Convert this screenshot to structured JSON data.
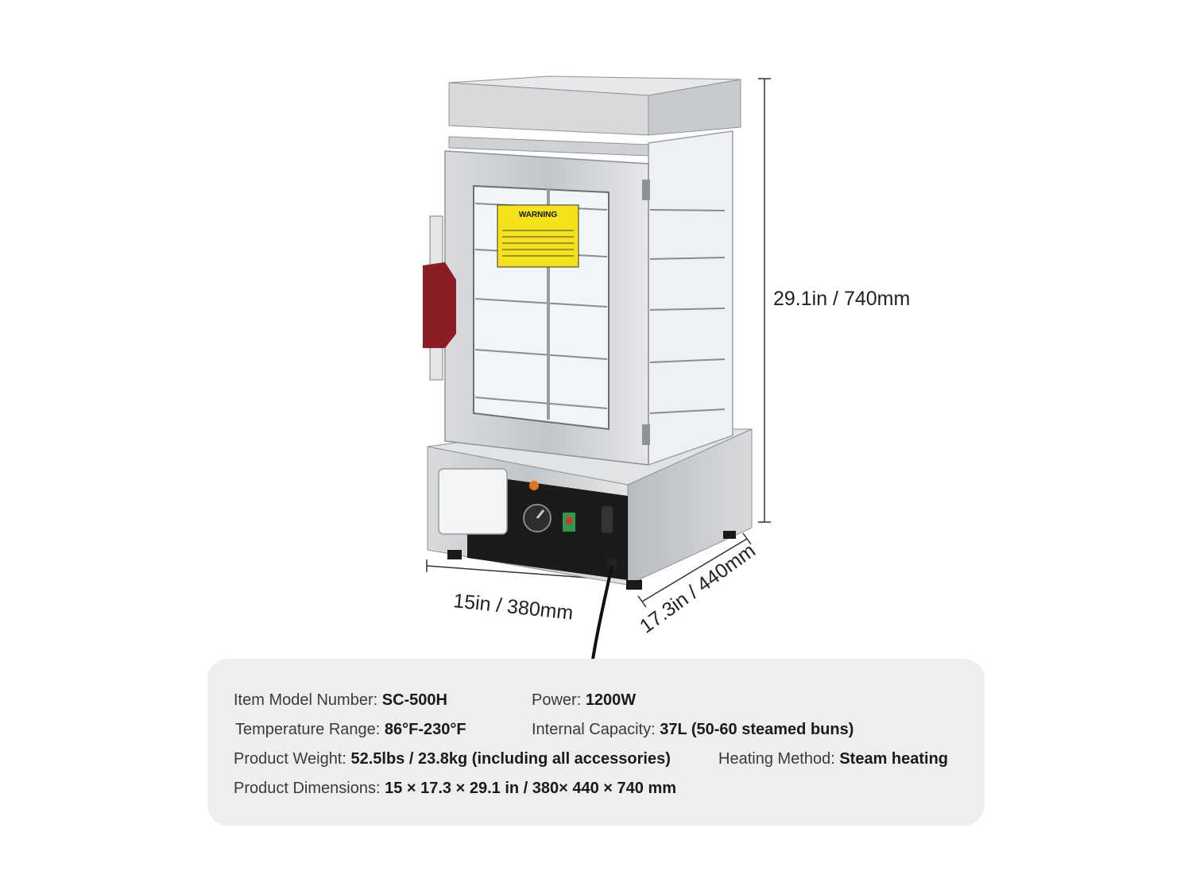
{
  "dimensions": {
    "height": "29.1in / 740mm",
    "width": "15in / 380mm",
    "depth": "17.3in / 440mm"
  },
  "product_labels": {
    "warning": "WARNING"
  },
  "colors": {
    "panel_bg": "#eeeeee",
    "steel": "#c9cbcd",
    "warning_yellow": "#f6e21a",
    "handle_red": "#8c1d24",
    "control_panel": "#1b1b1b"
  },
  "specs": {
    "model": {
      "label": "Item Model Number: ",
      "value": "SC-500H"
    },
    "power": {
      "label": "Power: ",
      "value": "1200W"
    },
    "temp_range": {
      "label": "Temperature Range: ",
      "value": "86°F-230°F"
    },
    "capacity": {
      "label": "Internal Capacity: ",
      "value": "37L (50-60 steamed buns)"
    },
    "weight": {
      "label": "Product Weight: ",
      "value": "52.5lbs / 23.8kg (including all accessories)"
    },
    "heating": {
      "label": "Heating Method: ",
      "value": "Steam heating"
    },
    "dimensions": {
      "label": "Product Dimensions: ",
      "value": "15 × 17.3 × 29.1 in / 380× 440 × 740 mm"
    }
  }
}
